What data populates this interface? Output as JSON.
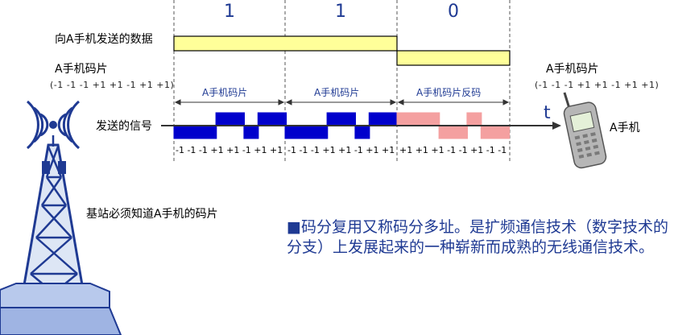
{
  "bits": [
    "1",
    "1",
    "0"
  ],
  "labels": {
    "data_label": "向A手机发送的数据",
    "code_title_left": "A手机码片",
    "code_seq_left": "(-1 -1 -1 +1 +1 -1 +1 +1)",
    "code_title_right": "A手机码片",
    "code_seq_right": "(-1 -1 -1 +1 +1 -1 +1 +1)",
    "signal_label": "发送的信号",
    "phone_label": "A手机",
    "time_axis": "t",
    "segment_1": "A手机码片",
    "segment_2": "A手机码片",
    "segment_3": "A手机码片反码",
    "base_station_note": "基站必须知道A手机的码片"
  },
  "chip_values": [
    {
      "group": "-1 -1 -1 +1 +1 -1 +1 +1"
    },
    {
      "group": "-1 -1 -1 +1 +1 -1 +1 +1"
    },
    {
      "group": "+1 +1 +1 -1 -1 +1 -1 -1"
    }
  ],
  "chips": [
    [
      -1,
      -1,
      -1,
      1,
      1,
      -1,
      1,
      1
    ],
    [
      -1,
      -1,
      -1,
      1,
      1,
      -1,
      1,
      1
    ],
    [
      1,
      1,
      1,
      -1,
      -1,
      1,
      -1,
      -1
    ]
  ],
  "data_signal": [
    1,
    1,
    0
  ],
  "paragraph": {
    "bullet": "■",
    "text": "码分复用又称码分多址。是扩频通信技术（数字技术的分支）上发展起来的一种崭新而成熟的无线通信技术。"
  },
  "colors": {
    "data_fill": "#ffff99",
    "chip_normal": "#0000cc",
    "chip_inverse": "#f4a0a0",
    "text_blue": "#1f3a93",
    "axis": "#333333"
  }
}
